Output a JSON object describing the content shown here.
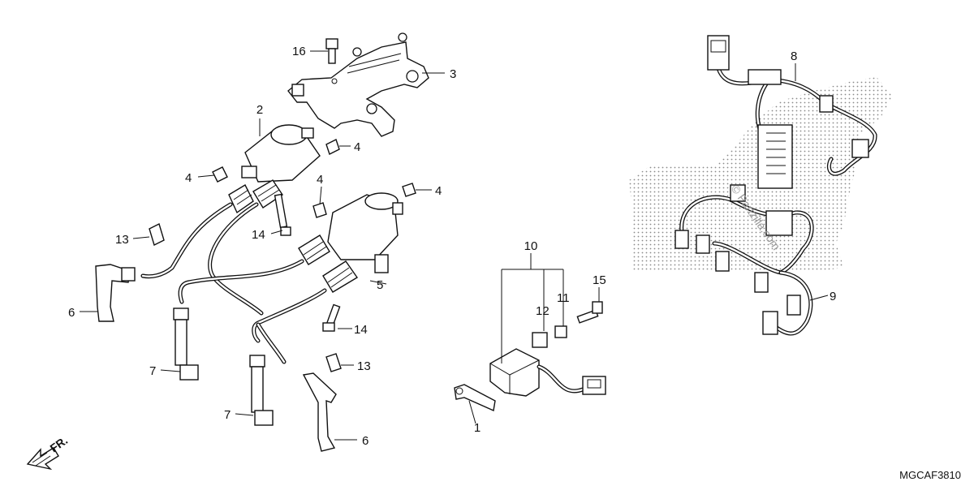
{
  "diagram": {
    "callouts": [
      {
        "id": "c1",
        "text": "1"
      },
      {
        "id": "c2",
        "text": "2"
      },
      {
        "id": "c3",
        "text": "3"
      },
      {
        "id": "c4a",
        "text": "4"
      },
      {
        "id": "c4b",
        "text": "4"
      },
      {
        "id": "c4c",
        "text": "4"
      },
      {
        "id": "c4d",
        "text": "4"
      },
      {
        "id": "c5",
        "text": "5"
      },
      {
        "id": "c6a",
        "text": "6"
      },
      {
        "id": "c6b",
        "text": "6"
      },
      {
        "id": "c7a",
        "text": "7"
      },
      {
        "id": "c7b",
        "text": "7"
      },
      {
        "id": "c8",
        "text": "8"
      },
      {
        "id": "c9",
        "text": "9"
      },
      {
        "id": "c10",
        "text": "10"
      },
      {
        "id": "c11",
        "text": "11"
      },
      {
        "id": "c12",
        "text": "12"
      },
      {
        "id": "c13a",
        "text": "13"
      },
      {
        "id": "c13b",
        "text": "13"
      },
      {
        "id": "c14a",
        "text": "14"
      },
      {
        "id": "c14b",
        "text": "14"
      },
      {
        "id": "c15",
        "text": "15"
      },
      {
        "id": "c16",
        "text": "16"
      }
    ],
    "front_marker": "FR.",
    "watermark": "© Partzilla.com",
    "diagram_code": "MGCAF3810"
  }
}
